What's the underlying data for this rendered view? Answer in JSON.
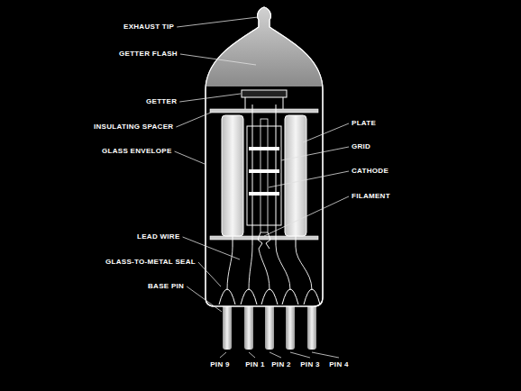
{
  "diagram": {
    "labels": [
      "EXHAUST TIP",
      "GETTER FLASH",
      "GETTER",
      "INSULATING SPACER",
      "GLASS ENVELOPE",
      "PLATE",
      "GRID",
      "CATHODE",
      "FILAMENT",
      "LEAD WIRE",
      "GLASS-TO-METAL SEAL",
      "BASE PIN",
      "PIN 9",
      "PIN 1",
      "PIN 2",
      "PIN 3",
      "PIN 4"
    ]
  }
}
